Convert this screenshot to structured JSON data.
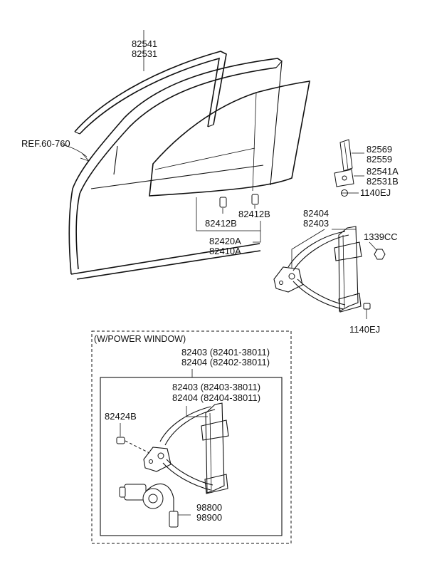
{
  "labels": {
    "molding_front": "82541",
    "molding_rear": "82531",
    "ref": "REF.60-760",
    "channel_a": "82569",
    "channel_b": "82559",
    "bracket_a": "82541A",
    "bracket_b": "82531B",
    "bolt_top": "1140EJ",
    "clip_right": "82412B",
    "clip_left": "82412B",
    "glass_a": "82420A",
    "glass_b": "82410A",
    "regulator_a": "82404",
    "regulator_b": "82403",
    "nut": "1339CC",
    "bolt_bottom": "1140EJ",
    "power_window_title": "(W/POWER WINDOW)",
    "pw_assy_1": "82403 (82401-38011)",
    "pw_assy_2": "82404 (82402-38011)",
    "pw_reg_1": "82403 (82403-38011)",
    "pw_reg_2": "82404 (82404-38011)",
    "pw_screw": "82424B",
    "motor_a": "98800",
    "motor_b": "98900"
  }
}
